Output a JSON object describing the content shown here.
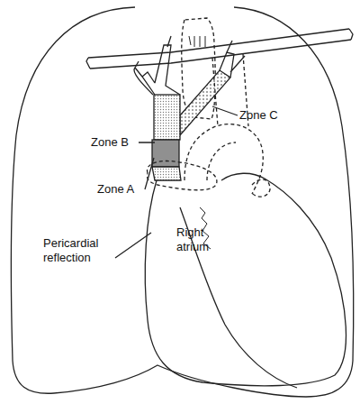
{
  "diagram": {
    "labels": [
      "Zone C",
      "Zone B",
      "Zone A",
      "Pericardial reflection",
      "Right atrium"
    ]
  }
}
